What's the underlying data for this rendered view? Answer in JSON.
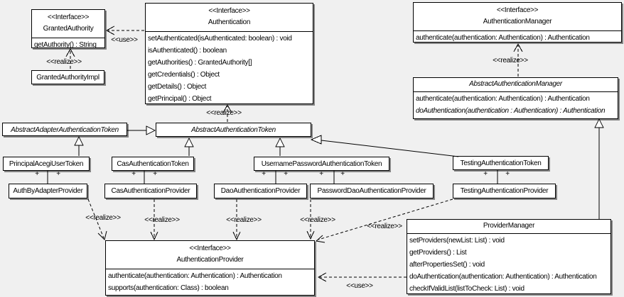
{
  "labels": {
    "use": "<<use>>",
    "realize": "<<realize>>",
    "plus": "+"
  },
  "classes": {
    "granted_authority": {
      "stereotype": "<<Interface>>",
      "name": "GrantedAuthority",
      "methods": [
        "getAuthority() : String"
      ]
    },
    "granted_authority_impl": {
      "name": "GrantedAuthorityImpl"
    },
    "authentication": {
      "stereotype": "<<Interface>>",
      "name": "Authentication",
      "methods": [
        "setAuthenticated(isAuthenticated: boolean) : void",
        "isAuthenticated() : boolean",
        "getAuthorities() : GrantedAuthority[]",
        "getCredentials() : Object",
        "getDetails() : Object",
        "getPrincipal() : Object"
      ]
    },
    "authentication_manager": {
      "stereotype": "<<Interface>>",
      "name": "AuthenticationManager",
      "methods": [
        "authenticate(authentication: Authentication) : Authentication"
      ]
    },
    "abstract_authentication_manager": {
      "name": "AbstractAuthenticationManager",
      "methods": [
        "authenticate(authentication: Authentication) : Authentication",
        {
          "text": "doAuthentication(authentication : Authentication) : Authentication",
          "italic": true
        }
      ]
    },
    "abstract_adapter_authentication_token": {
      "name": "AbstractAdapterAuthenticationToken"
    },
    "abstract_authentication_token": {
      "name": "AbstractAuthenticationToken"
    },
    "principal_acegi_user_token": {
      "name": "PrincipalAcegiUserToken"
    },
    "cas_authentication_token": {
      "name": "CasAuthenticationToken"
    },
    "username_password_authentication_token": {
      "name": "UsernamePasswordAuthenticationToken"
    },
    "testing_authentication_token": {
      "name": "TestingAuthenticationToken"
    },
    "auth_by_adapter_provider": {
      "name": "AuthByAdapterProvider"
    },
    "cas_authentication_provider": {
      "name": "CasAuthenticationProvider"
    },
    "dao_authentication_provider": {
      "name": "DaoAuthenticationProvider"
    },
    "password_dao_authentication_provider": {
      "name": "PasswordDaoAuthenticationProvider"
    },
    "testing_authentication_provider": {
      "name": "TestingAuthenticationProvider"
    },
    "authentication_provider": {
      "stereotype": "<<Interface>>",
      "name": "AuthenticationProvider",
      "methods": [
        "authenticate(authentication: Authentication) : Authentication",
        "supports(authentication: Class) : boolean"
      ]
    },
    "provider_manager": {
      "name": "ProviderManager",
      "methods": [
        "setProviders(newList: List) : void",
        "getProviders() : List",
        "afterPropertiesSet() : void",
        "doAuthentication(authentication: Authentication) : Authentication",
        "checkIfValidList(listToCheck: List) : void"
      ]
    }
  },
  "relationships": [
    {
      "type": "use",
      "from": "Authentication",
      "to": "GrantedAuthority"
    },
    {
      "type": "realize",
      "from": "GrantedAuthorityImpl",
      "to": "GrantedAuthority"
    },
    {
      "type": "realize",
      "from": "AbstractAuthenticationToken",
      "to": "Authentication"
    },
    {
      "type": "realize",
      "from": "AbstractAuthenticationManager",
      "to": "AuthenticationManager"
    },
    {
      "type": "generalize",
      "from": "AbstractAdapterAuthenticationToken",
      "to": "AbstractAuthenticationToken"
    },
    {
      "type": "generalize",
      "from": "PrincipalAcegiUserToken",
      "to": "AbstractAdapterAuthenticationToken"
    },
    {
      "type": "generalize",
      "from": "CasAuthenticationToken",
      "to": "AbstractAuthenticationToken"
    },
    {
      "type": "generalize",
      "from": "UsernamePasswordAuthenticationToken",
      "to": "AbstractAuthenticationToken"
    },
    {
      "type": "generalize",
      "from": "TestingAuthenticationToken",
      "to": "AbstractAuthenticationToken"
    },
    {
      "type": "generalize",
      "from": "ProviderManager",
      "to": "AbstractAuthenticationManager"
    },
    {
      "type": "association",
      "from": "PrincipalAcegiUserToken",
      "to": "AuthByAdapterProvider"
    },
    {
      "type": "association",
      "from": "CasAuthenticationToken",
      "to": "CasAuthenticationProvider"
    },
    {
      "type": "association",
      "from": "UsernamePasswordAuthenticationToken",
      "to": "DaoAuthenticationProvider"
    },
    {
      "type": "association",
      "from": "UsernamePasswordAuthenticationToken",
      "to": "PasswordDaoAuthenticationProvider"
    },
    {
      "type": "association",
      "from": "TestingAuthenticationToken",
      "to": "TestingAuthenticationProvider"
    },
    {
      "type": "realize",
      "from": "AuthByAdapterProvider",
      "to": "AuthenticationProvider"
    },
    {
      "type": "realize",
      "from": "CasAuthenticationProvider",
      "to": "AuthenticationProvider"
    },
    {
      "type": "realize",
      "from": "DaoAuthenticationProvider",
      "to": "AuthenticationProvider"
    },
    {
      "type": "realize",
      "from": "PasswordDaoAuthenticationProvider",
      "to": "AuthenticationProvider"
    },
    {
      "type": "realize",
      "from": "TestingAuthenticationProvider",
      "to": "AuthenticationProvider"
    },
    {
      "type": "use",
      "from": "ProviderManager",
      "to": "AuthenticationProvider"
    }
  ]
}
